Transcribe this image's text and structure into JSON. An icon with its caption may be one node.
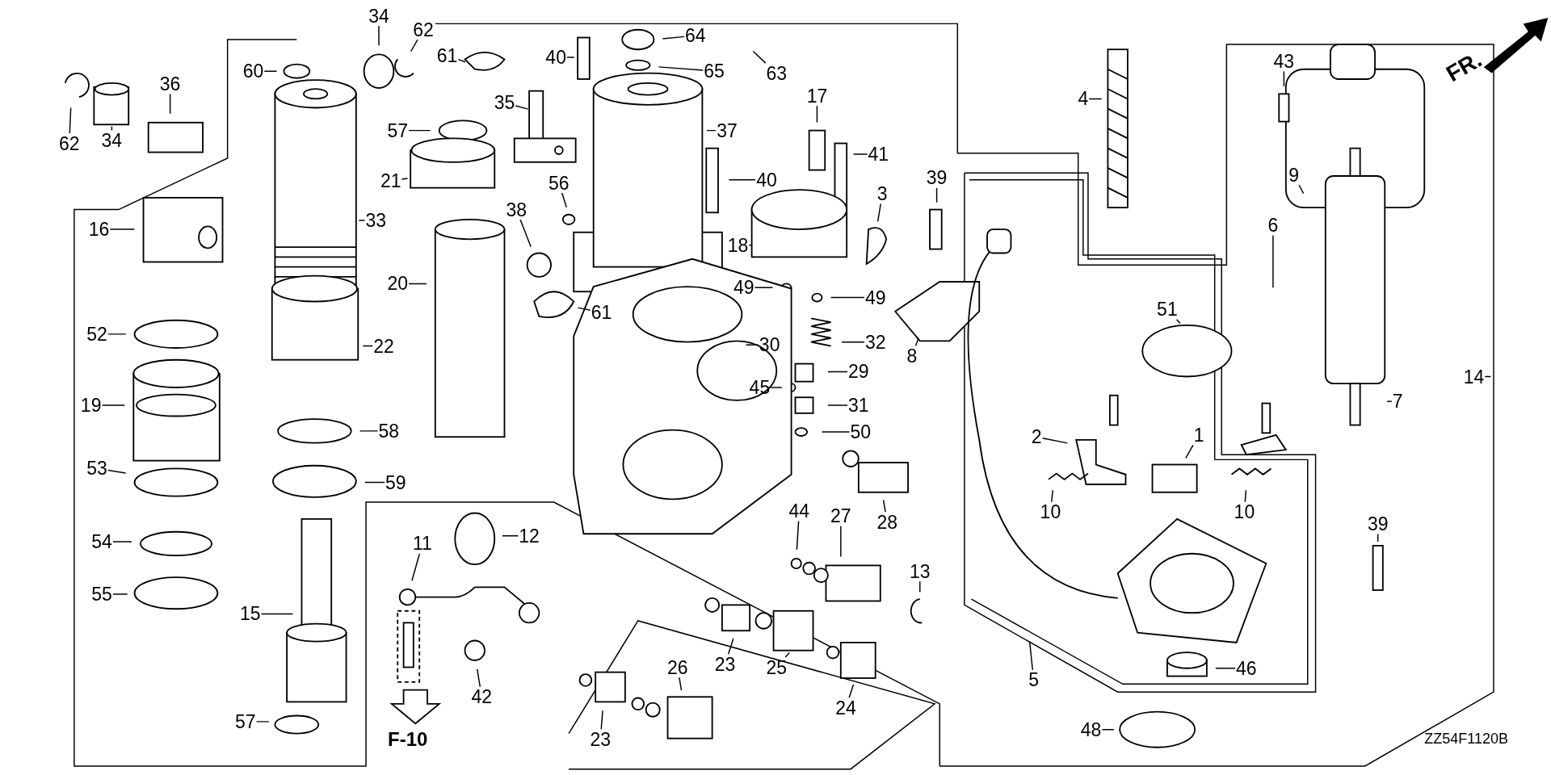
{
  "diagram": {
    "nodes": [
      {
        "text": [
          "34"
        ]
      },
      {
        "text": [
          "62"
        ]
      },
      {
        "text": [
          "60"
        ]
      },
      {
        "text": [
          "61"
        ]
      },
      {
        "text": [
          "40"
        ]
      },
      {
        "text": [
          "64"
        ]
      },
      {
        "text": [
          "63"
        ]
      },
      {
        "text": [
          "65"
        ]
      },
      {
        "text": [
          "62"
        ]
      },
      {
        "text": [
          "34"
        ]
      },
      {
        "text": [
          "36"
        ]
      },
      {
        "text": [
          "57"
        ]
      },
      {
        "text": [
          "35"
        ]
      },
      {
        "text": [
          "37"
        ]
      },
      {
        "text": [
          "17"
        ]
      },
      {
        "text": [
          "4"
        ]
      },
      {
        "text": [
          "43"
        ]
      },
      {
        "text": [
          "21"
        ]
      },
      {
        "text": [
          "40"
        ]
      },
      {
        "text": [
          "41"
        ]
      },
      {
        "text": [
          "39"
        ]
      },
      {
        "text": [
          "9"
        ]
      },
      {
        "text": [
          "3"
        ]
      },
      {
        "text": [
          "16"
        ]
      },
      {
        "text": [
          "33"
        ]
      },
      {
        "text": [
          "38"
        ]
      },
      {
        "text": [
          "56"
        ]
      },
      {
        "text": [
          "18"
        ]
      },
      {
        "text": [
          "6"
        ]
      },
      {
        "text": [
          "20"
        ]
      },
      {
        "text": [
          "49"
        ]
      },
      {
        "text": [
          "49"
        ]
      },
      {
        "text": [
          "61"
        ]
      },
      {
        "text": [
          "52"
        ]
      },
      {
        "text": [
          "22"
        ]
      },
      {
        "text": [
          "30"
        ]
      },
      {
        "text": [
          "32"
        ]
      },
      {
        "text": [
          "8"
        ]
      },
      {
        "text": [
          "51"
        ]
      },
      {
        "text": [
          "14"
        ]
      },
      {
        "text": [
          "45"
        ]
      },
      {
        "text": [
          "29"
        ]
      },
      {
        "text": [
          "19"
        ]
      },
      {
        "text": [
          "7"
        ]
      },
      {
        "text": [
          "31"
        ]
      },
      {
        "text": [
          "58"
        ]
      },
      {
        "text": [
          "50"
        ]
      },
      {
        "text": [
          "2"
        ]
      },
      {
        "text": [
          "1"
        ]
      },
      {
        "text": [
          "59"
        ]
      },
      {
        "text": [
          "53"
        ]
      },
      {
        "text": [
          "28"
        ]
      },
      {
        "text": [
          "10"
        ]
      },
      {
        "text": [
          "10"
        ]
      },
      {
        "text": [
          "44"
        ]
      },
      {
        "text": [
          "27"
        ]
      },
      {
        "text": [
          "12"
        ]
      },
      {
        "text": [
          "11"
        ]
      },
      {
        "text": [
          "54"
        ]
      },
      {
        "text": [
          "13"
        ]
      },
      {
        "text": [
          "39"
        ]
      },
      {
        "text": [
          "55"
        ]
      },
      {
        "text": [
          "15"
        ]
      },
      {
        "text": [
          "23"
        ]
      },
      {
        "text": [
          "25"
        ]
      },
      {
        "text": [
          "5"
        ]
      },
      {
        "text": [
          "46"
        ]
      },
      {
        "text": [
          "24"
        ]
      },
      {
        "text": [
          "42"
        ]
      },
      {
        "text": [
          "26"
        ]
      },
      {
        "text": [
          "23"
        ]
      },
      {
        "text": [
          "57"
        ]
      },
      {
        "text": [
          "48"
        ]
      }
    ],
    "edges": [
      {
        "from": 0,
        "to": null,
        "arrow": "none"
      },
      {
        "from": 1,
        "to": null,
        "arrow": "none"
      },
      {
        "from": 2,
        "to": null,
        "arrow": "none"
      },
      {
        "from": 3,
        "to": null,
        "arrow": "none"
      },
      {
        "from": 4,
        "to": null,
        "arrow": "none"
      },
      {
        "from": 5,
        "to": null,
        "arrow": "none"
      },
      {
        "from": 6,
        "to": null,
        "arrow": "none"
      },
      {
        "from": 7,
        "to": null,
        "arrow": "none"
      },
      {
        "from": 8,
        "to": null,
        "arrow": "none"
      },
      {
        "from": 9,
        "to": null,
        "arrow": "none"
      },
      {
        "from": 10,
        "to": null,
        "arrow": "none"
      },
      {
        "from": 11,
        "to": null,
        "arrow": "none"
      },
      {
        "from": 12,
        "to": null,
        "arrow": "none"
      },
      {
        "from": 13,
        "to": null,
        "arrow": "none"
      },
      {
        "from": 14,
        "to": null,
        "arrow": "none"
      },
      {
        "from": 15,
        "to": null,
        "arrow": "none"
      },
      {
        "from": 16,
        "to": null,
        "arrow": "none"
      },
      {
        "from": 17,
        "to": null,
        "arrow": "none"
      },
      {
        "from": 18,
        "to": null,
        "arrow": "none"
      },
      {
        "from": 19,
        "to": null,
        "arrow": "none"
      },
      {
        "from": 20,
        "to": null,
        "arrow": "none"
      },
      {
        "from": 21,
        "to": null,
        "arrow": "none"
      },
      {
        "from": 22,
        "to": null,
        "arrow": "none"
      },
      {
        "from": 23,
        "to": null,
        "arrow": "none"
      },
      {
        "from": 24,
        "to": null,
        "arrow": "none"
      },
      {
        "from": 25,
        "to": null,
        "arrow": "none"
      },
      {
        "from": 26,
        "to": null,
        "arrow": "none"
      },
      {
        "from": 27,
        "to": null,
        "arrow": "none"
      },
      {
        "from": 28,
        "to": null,
        "arrow": "none"
      },
      {
        "from": 29,
        "to": null,
        "arrow": "none"
      },
      {
        "from": 30,
        "to": null,
        "arrow": "none"
      },
      {
        "from": 31,
        "to": null,
        "arrow": "none"
      },
      {
        "from": 32,
        "to": null,
        "arrow": "none"
      },
      {
        "from": 33,
        "to": null,
        "arrow": "none"
      },
      {
        "from": 34,
        "to": null,
        "arrow": "none"
      },
      {
        "from": 35,
        "to": null,
        "arrow": "none"
      },
      {
        "from": 36,
        "to": null,
        "arrow": "none"
      },
      {
        "from": 37,
        "to": null,
        "arrow": "none"
      },
      {
        "from": 38,
        "to": null,
        "arrow": "none"
      },
      {
        "from": 39,
        "to": null,
        "arrow": "none"
      },
      {
        "from": 40,
        "to": null,
        "arrow": "none"
      },
      {
        "from": 41,
        "to": null,
        "arrow": "none"
      },
      {
        "from": 42,
        "to": null,
        "arrow": "none"
      },
      {
        "from": 43,
        "to": null,
        "arrow": "none"
      },
      {
        "from": 44,
        "to": null,
        "arrow": "none"
      },
      {
        "from": 45,
        "to": null,
        "arrow": "none"
      },
      {
        "from": 46,
        "to": null,
        "arrow": "none"
      },
      {
        "from": 47,
        "to": null,
        "arrow": "none"
      },
      {
        "from": 48,
        "to": null,
        "arrow": "none"
      },
      {
        "from": 49,
        "to": null,
        "arrow": "none"
      },
      {
        "from": 50,
        "to": null,
        "arrow": "none"
      },
      {
        "from": 51,
        "to": null,
        "arrow": "none"
      },
      {
        "from": 52,
        "to": null,
        "arrow": "none"
      },
      {
        "from": 53,
        "to": null,
        "arrow": "none"
      },
      {
        "from": 54,
        "to": null,
        "arrow": "none"
      },
      {
        "from": 55,
        "to": null,
        "arrow": "none"
      },
      {
        "from": 56,
        "to": null,
        "arrow": "none"
      },
      {
        "from": 57,
        "to": null,
        "arrow": "none"
      },
      {
        "from": 58,
        "to": null,
        "arrow": "none"
      },
      {
        "from": 59,
        "to": null,
        "arrow": "none"
      },
      {
        "from": 60,
        "to": null,
        "arrow": "none"
      },
      {
        "from": 61,
        "to": null,
        "arrow": "none"
      },
      {
        "from": 62,
        "to": null,
        "arrow": "none"
      },
      {
        "from": 63,
        "to": null,
        "arrow": "none"
      },
      {
        "from": 64,
        "to": null,
        "arrow": "none"
      },
      {
        "from": 65,
        "to": null,
        "arrow": "none"
      },
      {
        "from": 66,
        "to": null,
        "arrow": "none"
      },
      {
        "from": 67,
        "to": null,
        "arrow": "none"
      },
      {
        "from": 68,
        "to": null,
        "arrow": "none"
      },
      {
        "from": 69,
        "to": null,
        "arrow": "none"
      },
      {
        "from": 70,
        "to": null,
        "arrow": "none"
      },
      {
        "from": 71,
        "to": null,
        "arrow": "none"
      },
      {
        "from": 72,
        "to": null,
        "arrow": "none"
      }
    ],
    "labels": [
      "FR.",
      "F-10",
      "ZZ54F1120B"
    ]
  }
}
